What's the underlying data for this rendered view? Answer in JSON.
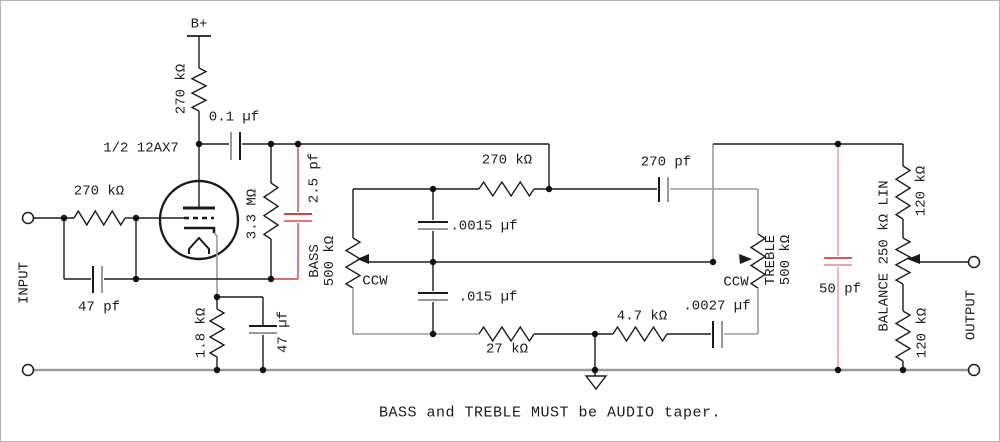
{
  "labels": {
    "supply": "B+",
    "tube": "1/2 12AX7",
    "input": "INPUT",
    "output": "OUTPUT",
    "plate_resistor": "270 kΩ",
    "coupling_cap": "0.1 µf",
    "grid_resistor": "270 kΩ",
    "input_cap": "47 pf",
    "feedback_resistor": "3.3 MΩ",
    "feedback_cap": "2.5 pf",
    "cathode_resistor": "1.8 kΩ",
    "cathode_cap": "47 µf",
    "bass_pot_name": "BASS",
    "bass_pot_value": "500 kΩ",
    "bass_ccw": "CCW",
    "stack_resistor": "270 kΩ",
    "stack_cap_upper": ".0015 µf",
    "stack_cap_lower": ".015 µf",
    "stack_resistor_lower": "27 kΩ",
    "bridge_resistor": "4.7 kΩ",
    "treble_lower_cap": ".0027 µf",
    "treble_cap": "270 pf",
    "treble_pot_name": "TREBLE",
    "treble_pot_value": "500 kΩ",
    "treble_ccw": "CCW",
    "shunt_cap": "50 pf",
    "balance_pot": "BALANCE 250 kΩ LIN",
    "balance_upper_resistor": "120 kΩ",
    "balance_lower_resistor": "120 kΩ"
  },
  "note": "BASS and TREBLE MUST be AUDIO taper.",
  "colors": {
    "wire": "#1b1b1b",
    "gray_wire": "#9a9a9a",
    "highlight_red": "#cc4444",
    "highlight_pink": "#eda4a4"
  }
}
